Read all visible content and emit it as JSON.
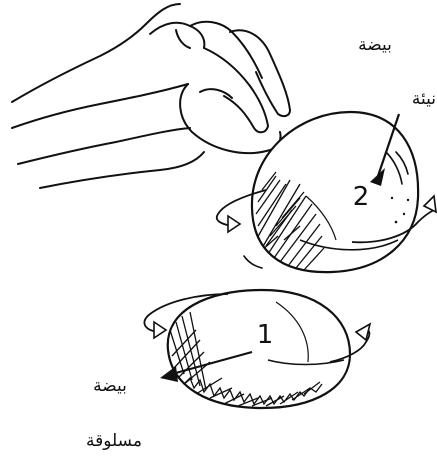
{
  "labels": {
    "raw_egg_word1": "بيضة",
    "raw_egg_word2": "نيئة",
    "boiled_egg_word1": "بيضة",
    "boiled_egg_word2": "مسلوقة",
    "egg_one_number": "1",
    "egg_two_number": "2"
  },
  "colors": {
    "ink": "#111111",
    "background": "#ffffff"
  }
}
